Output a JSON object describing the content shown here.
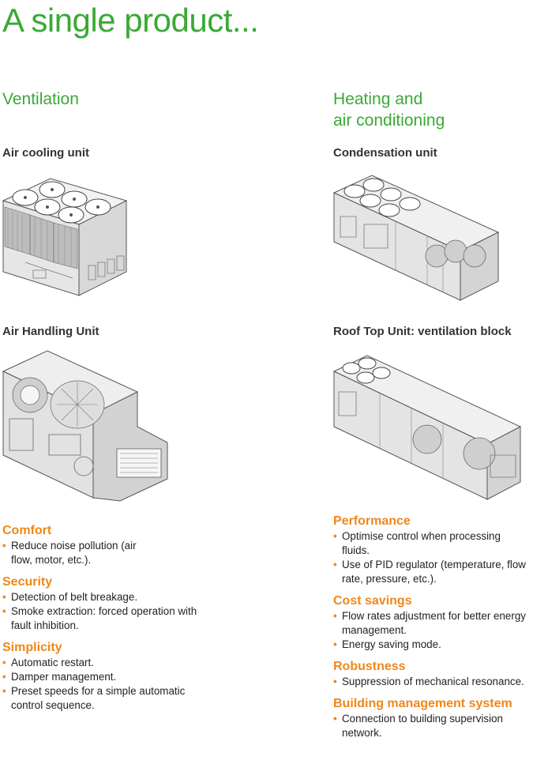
{
  "title": "A single product...",
  "left": {
    "heading": "Ventilation",
    "unit1": "Air cooling unit",
    "unit2": "Air Handling Unit",
    "groups": [
      {
        "title": "Comfort",
        "items": [
          "Reduce noise pollution (air flow, motor, etc.)."
        ]
      },
      {
        "title": "Security",
        "items": [
          "Detection of belt breakage.",
          "Smoke extraction: forced operation with fault inhibition."
        ]
      },
      {
        "title": "Simplicity",
        "items": [
          "Automatic restart.",
          "Damper management.",
          "Preset speeds for a simple automatic control sequence."
        ]
      }
    ]
  },
  "right": {
    "heading_line1": "Heating and",
    "heading_line2": "air conditioning",
    "unit1": "Condensation unit",
    "unit2": "Roof Top Unit: ventilation block",
    "groups": [
      {
        "title": "Performance",
        "items": [
          "Optimise control when processing fluids.",
          "Use of PID regulator (temperature, flow rate, pressure, etc.)."
        ]
      },
      {
        "title": "Cost savings",
        "items": [
          "Flow rates adjustment for better energy management.",
          "Energy saving mode."
        ]
      },
      {
        "title": "Robustness",
        "items": [
          "Suppression of mechanical resonance."
        ]
      },
      {
        "title": "Building management system",
        "items": [
          "Connection to building supervision network."
        ]
      }
    ]
  }
}
